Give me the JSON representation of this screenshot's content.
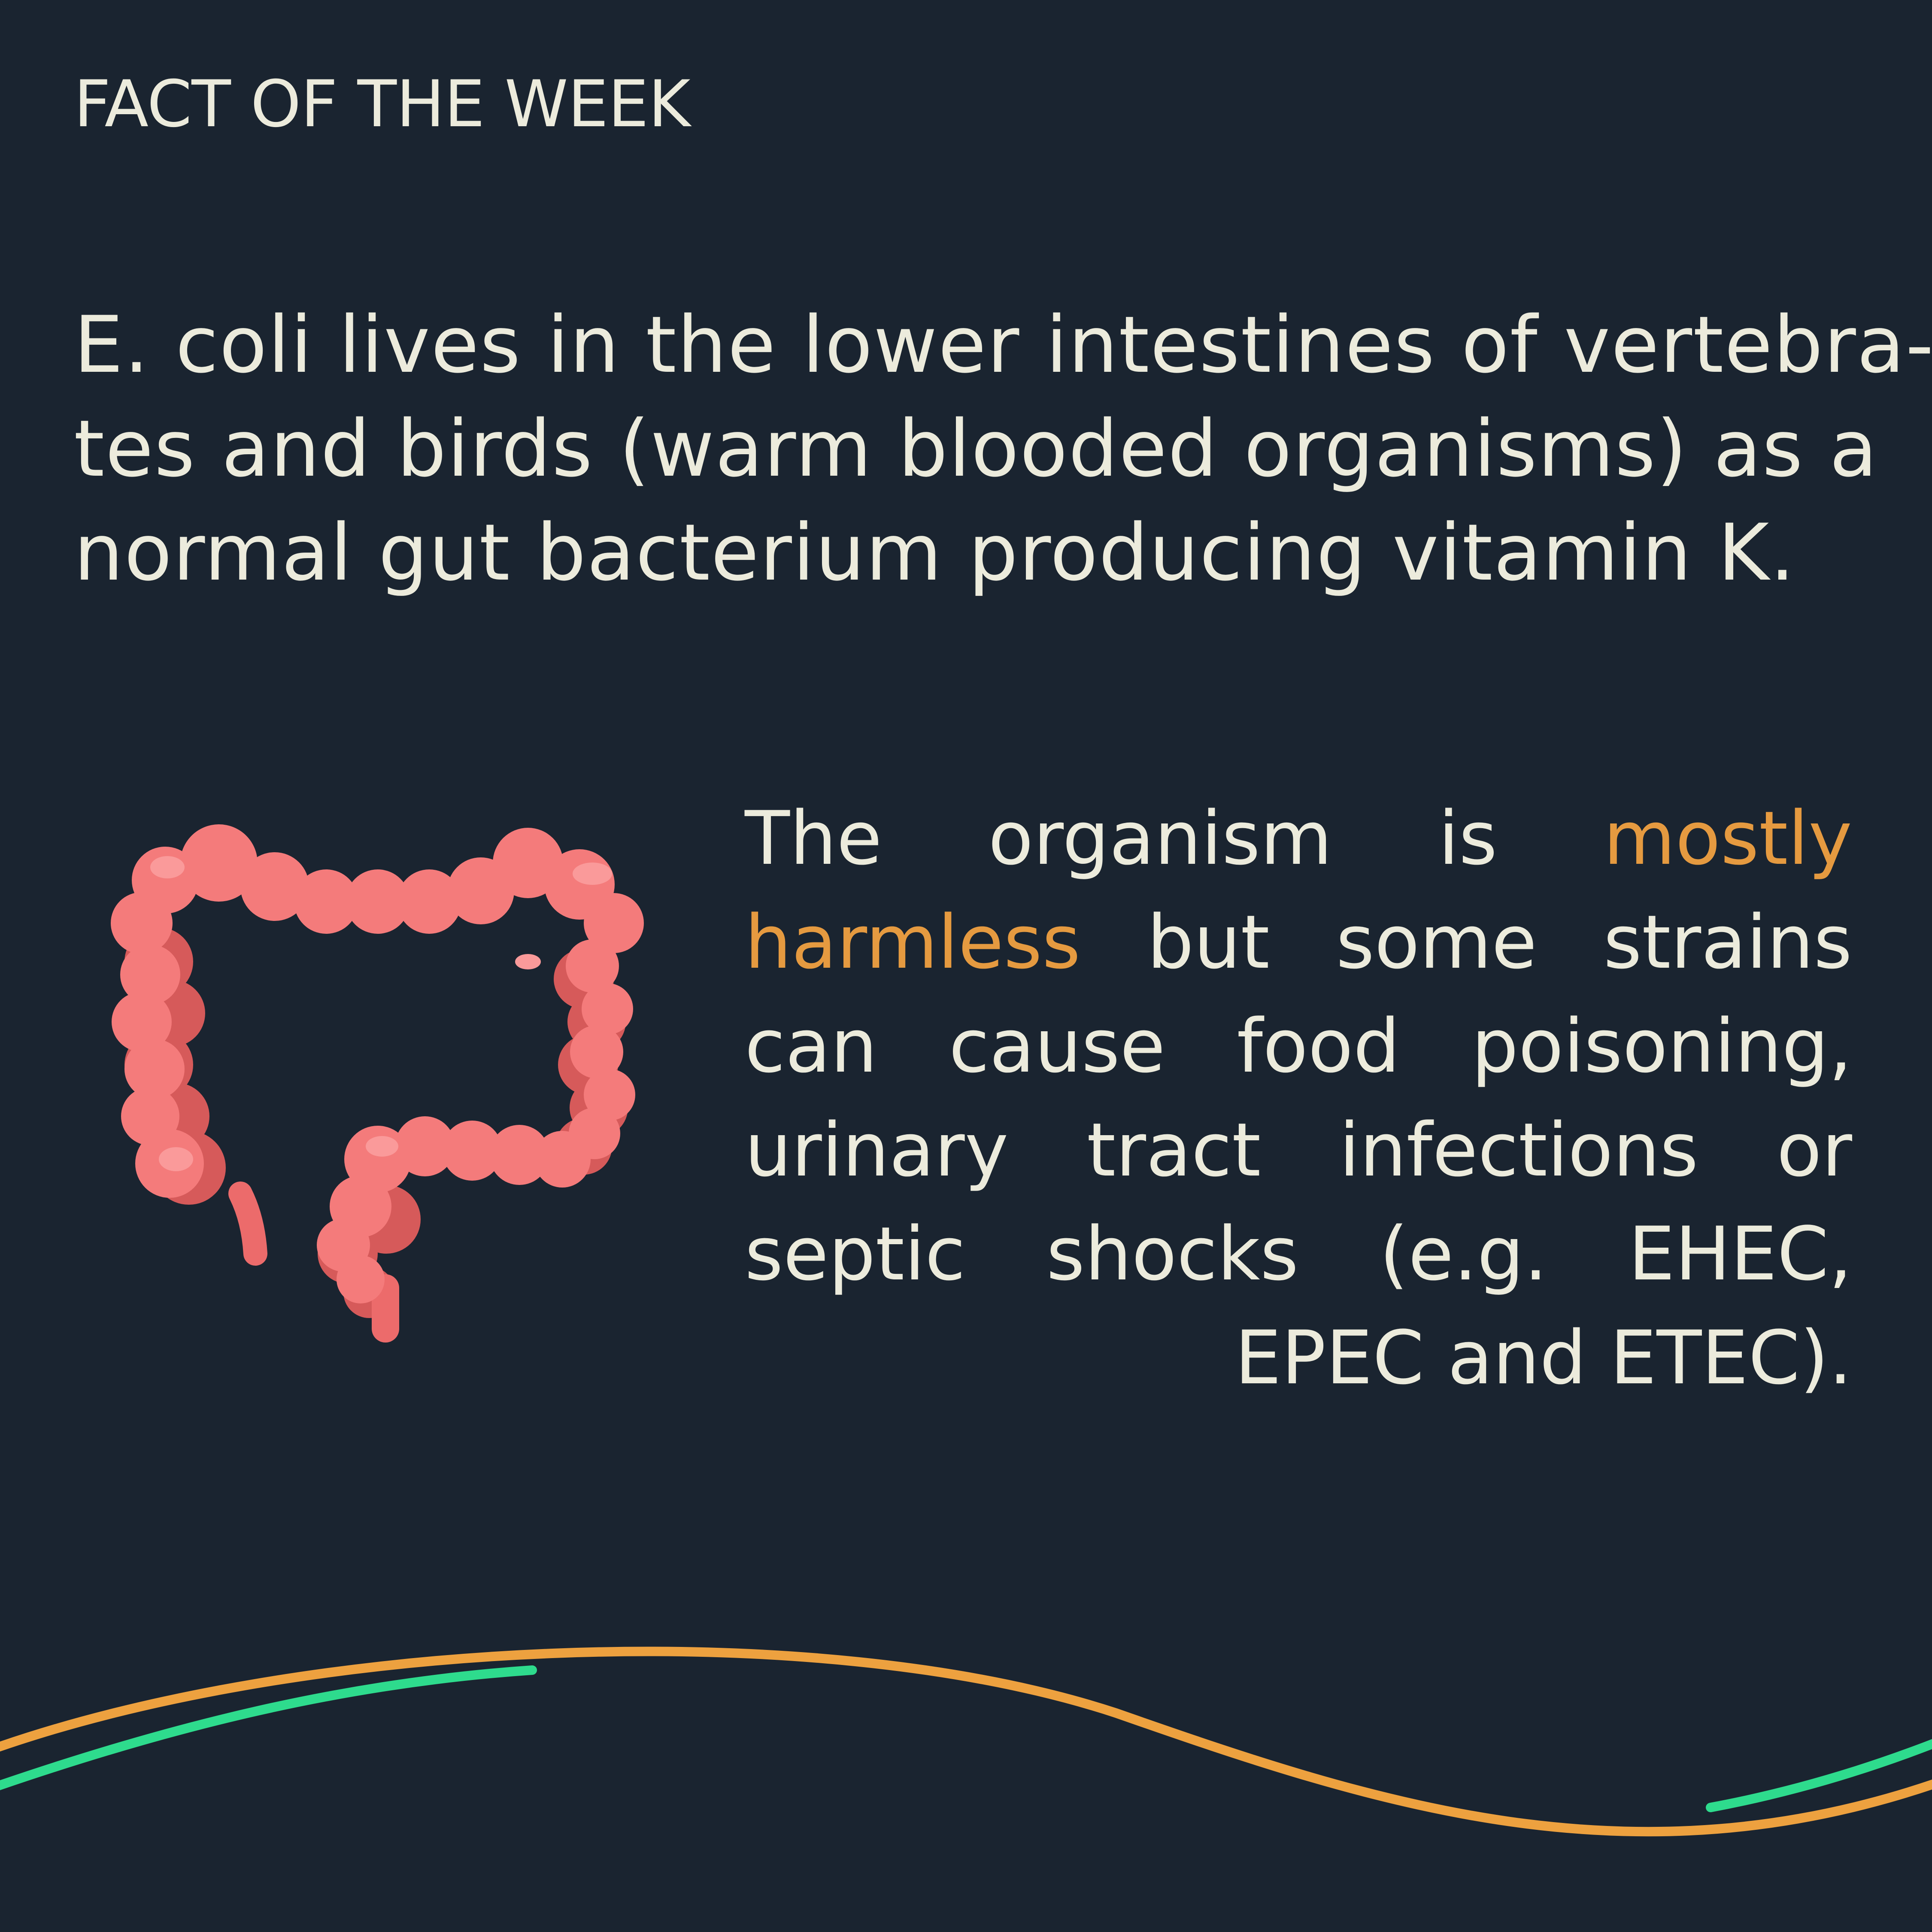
{
  "header": {
    "label": "FACT OF THE WEEK"
  },
  "fact": {
    "lines": [
      "E. coli lives in the lower intestines of vertebra-",
      "tes and birds (warm blooded organisms) as a",
      "normal gut bacterium producing vitamin K."
    ]
  },
  "detail": {
    "line1": {
      "w1": "The",
      "w2": "organism",
      "w3": "is",
      "w4": "mostly"
    },
    "line2": {
      "w1": "harmless",
      "w2": "but",
      "w3": "some",
      "w4": "strains"
    },
    "line3": {
      "w1": "can",
      "w2": "cause",
      "w3": "food",
      "w4": "poisoning,"
    },
    "line4": {
      "w1": "urinary",
      "w2": "tract",
      "w3": "infections",
      "w4": "or"
    },
    "line5": {
      "w1": "septic",
      "w2": "shocks",
      "w3": "(e.g.",
      "w4": "EHEC,"
    },
    "line6": "EPEC and ETEC)."
  },
  "illustration": {
    "icon": "intestine-icon"
  },
  "colors": {
    "background": "#1a2430",
    "text": "#ecebdc",
    "highlight": "#e59a40",
    "intestine": "#f07474",
    "wave_orange": "#eda13f",
    "wave_green": "#2edb8d"
  }
}
